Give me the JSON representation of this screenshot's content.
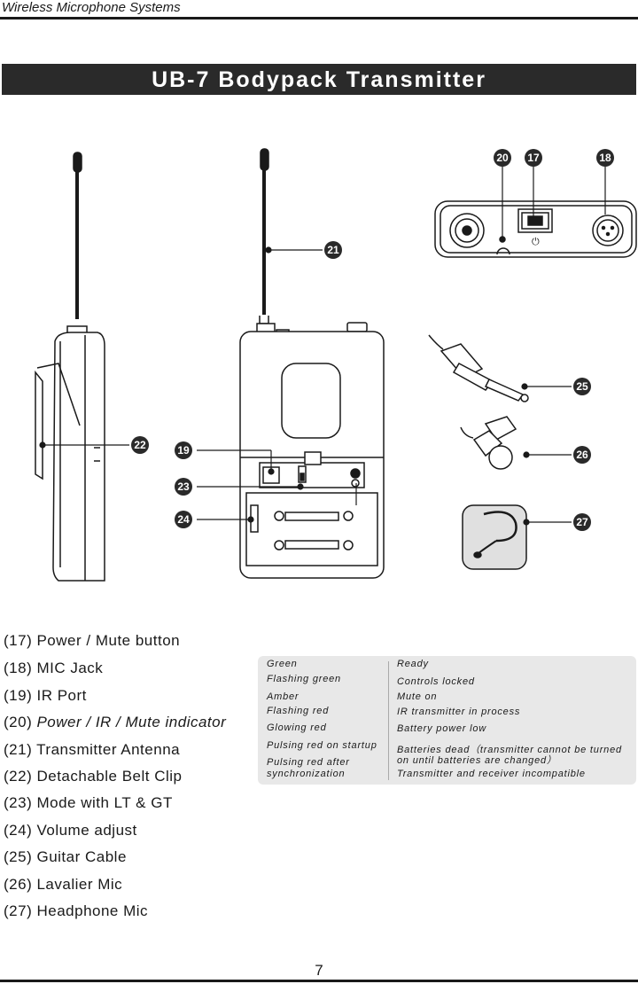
{
  "header": {
    "title": "Wireless Microphone Systems"
  },
  "banner": {
    "title": "UB-7 Bodypack Transmitter"
  },
  "badges": {
    "b17": "17",
    "b18": "18",
    "b19": "19",
    "b20": "20",
    "b21": "21",
    "b22": "22",
    "b23": "23",
    "b24": "24",
    "b25": "25",
    "b26": "26",
    "b27": "27"
  },
  "legend": [
    {
      "num": "(17)",
      "label": "Power / Mute button"
    },
    {
      "num": "(18)",
      "label": "MIC Jack"
    },
    {
      "num": "(19)",
      "label": "IR Port"
    },
    {
      "num": "(20)",
      "label": "Power / IR  /  Mute indicator"
    },
    {
      "num": "(21)",
      "label": "Transmitter Antenna"
    },
    {
      "num": "(22)",
      "label": "Detachable Belt Clip"
    },
    {
      "num": "(23)",
      "label": "Mode with LT & GT"
    },
    {
      "num": "(24)",
      "label": "Volume adjust"
    },
    {
      "num": "(25)",
      "label": "Guitar Cable"
    },
    {
      "num": "(26)",
      "label": "Lavalier Mic"
    },
    {
      "num": "(27)",
      "label": "Headphone Mic"
    }
  ],
  "table": {
    "left": [
      "Green",
      "Flashing  green",
      "Amber",
      "Flashing  red",
      "Glowing  red",
      "Pulsing  red  on  startup",
      "Pulsing  red  after",
      "synchronization"
    ],
    "right": [
      "Ready",
      "Controls  locked",
      "Mute  on",
      "IR  transmitter  in  process",
      "Battery  power  low",
      "Batteries  dead（transmitter  cannot  be  turned",
      "on  until batteries  are  changed）",
      "Transmitter  and  receiver  incompatible"
    ]
  },
  "page": {
    "number": "7"
  },
  "colors": {
    "badge": "#2a2a2a",
    "banner": "#2a2a2a",
    "table_bg": "#e8e8e8"
  }
}
